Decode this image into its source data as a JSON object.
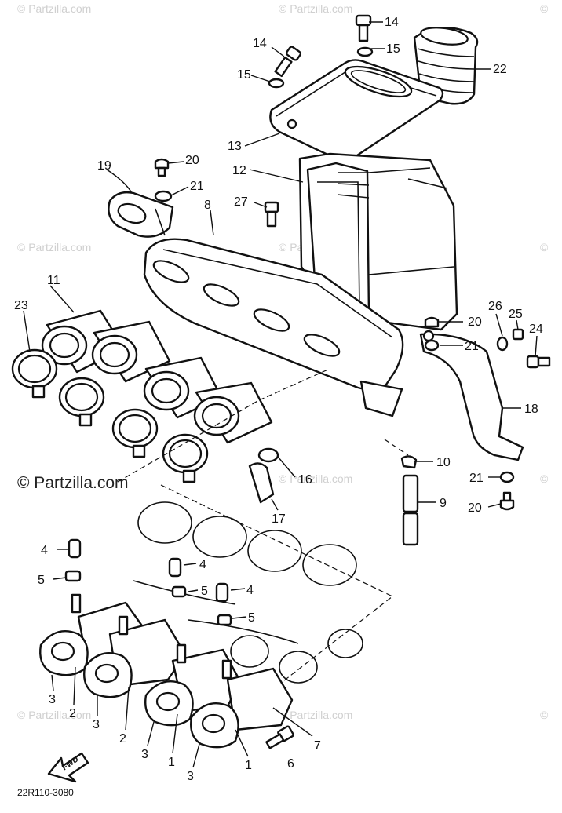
{
  "watermark": {
    "brand_text": "© Partzilla.com"
  },
  "diagram_code": "22R110-3080",
  "direction_arrow": {
    "label": "FWD"
  },
  "callouts": {
    "c14a": "14",
    "c14b": "14",
    "c15a": "15",
    "c15b": "15",
    "c22": "22",
    "c13": "13",
    "c12": "12",
    "c20a": "20",
    "c20b": "20",
    "c20c": "20",
    "c21a": "21",
    "c21b": "21",
    "c21c": "21",
    "c19": "19",
    "c8": "8",
    "c27": "27",
    "c11": "11",
    "c23": "23",
    "c26": "26",
    "c25": "25",
    "c24": "24",
    "c18": "18",
    "c10": "10",
    "c16": "16",
    "c9": "9",
    "c17": "17",
    "c4a": "4",
    "c4b": "4",
    "c4c": "4",
    "c5a": "5",
    "c5b": "5",
    "c5c": "5",
    "c3a": "3",
    "c3b": "3",
    "c3c": "3",
    "c3d": "3",
    "c2a": "2",
    "c2b": "2",
    "c1a": "1",
    "c1b": "1",
    "c7": "7",
    "c6": "6"
  }
}
